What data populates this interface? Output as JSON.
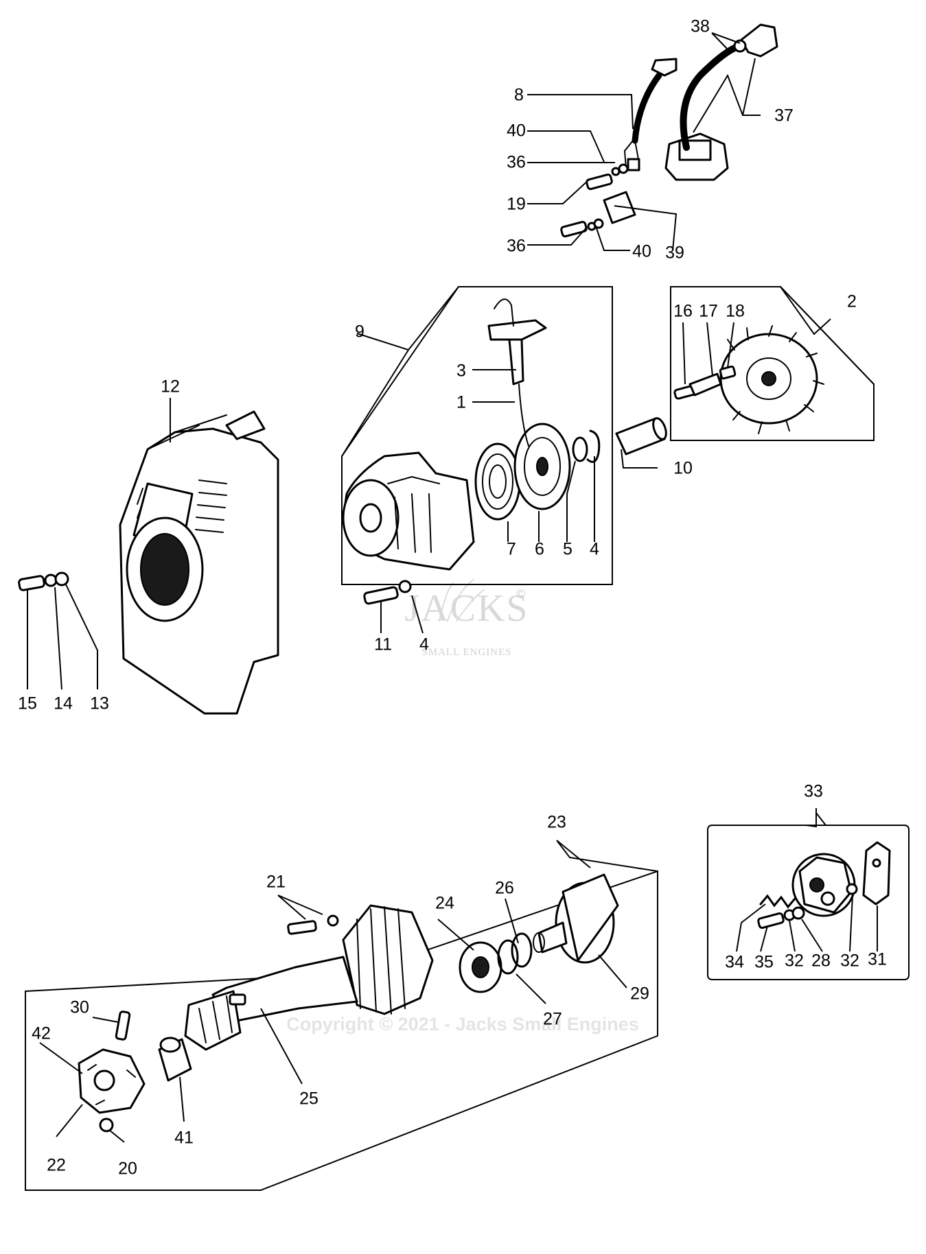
{
  "watermark": {
    "brand": "JACKS",
    "mark": "©",
    "subtitle": "SMALL ENGINES"
  },
  "copyright": "Copyright © 2021 - Jacks Small Engines",
  "callouts": [
    {
      "id": "38",
      "text": "38"
    },
    {
      "id": "8",
      "text": "8"
    },
    {
      "id": "37",
      "text": "37"
    },
    {
      "id": "40a",
      "text": "40"
    },
    {
      "id": "36a",
      "text": "36"
    },
    {
      "id": "19",
      "text": "19"
    },
    {
      "id": "36b",
      "text": "36"
    },
    {
      "id": "40b",
      "text": "40"
    },
    {
      "id": "39",
      "text": "39"
    },
    {
      "id": "9",
      "text": "9"
    },
    {
      "id": "3",
      "text": "3"
    },
    {
      "id": "1",
      "text": "1"
    },
    {
      "id": "7",
      "text": "7"
    },
    {
      "id": "6",
      "text": "6"
    },
    {
      "id": "5",
      "text": "5"
    },
    {
      "id": "4a",
      "text": "4"
    },
    {
      "id": "10",
      "text": "10"
    },
    {
      "id": "2",
      "text": "2"
    },
    {
      "id": "16",
      "text": "16"
    },
    {
      "id": "17",
      "text": "17"
    },
    {
      "id": "18",
      "text": "18"
    },
    {
      "id": "12",
      "text": "12"
    },
    {
      "id": "11",
      "text": "11"
    },
    {
      "id": "4b",
      "text": "4"
    },
    {
      "id": "15",
      "text": "15"
    },
    {
      "id": "14",
      "text": "14"
    },
    {
      "id": "13",
      "text": "13"
    },
    {
      "id": "33",
      "text": "33"
    },
    {
      "id": "34",
      "text": "34"
    },
    {
      "id": "35",
      "text": "35"
    },
    {
      "id": "32a",
      "text": "32"
    },
    {
      "id": "28",
      "text": "28"
    },
    {
      "id": "32b",
      "text": "32"
    },
    {
      "id": "31",
      "text": "31"
    },
    {
      "id": "23",
      "text": "23"
    },
    {
      "id": "21",
      "text": "21"
    },
    {
      "id": "24",
      "text": "24"
    },
    {
      "id": "26",
      "text": "26"
    },
    {
      "id": "27",
      "text": "27"
    },
    {
      "id": "29",
      "text": "29"
    },
    {
      "id": "30",
      "text": "30"
    },
    {
      "id": "42",
      "text": "42"
    },
    {
      "id": "25",
      "text": "25"
    },
    {
      "id": "41",
      "text": "41"
    },
    {
      "id": "22",
      "text": "22"
    },
    {
      "id": "20",
      "text": "20"
    }
  ]
}
